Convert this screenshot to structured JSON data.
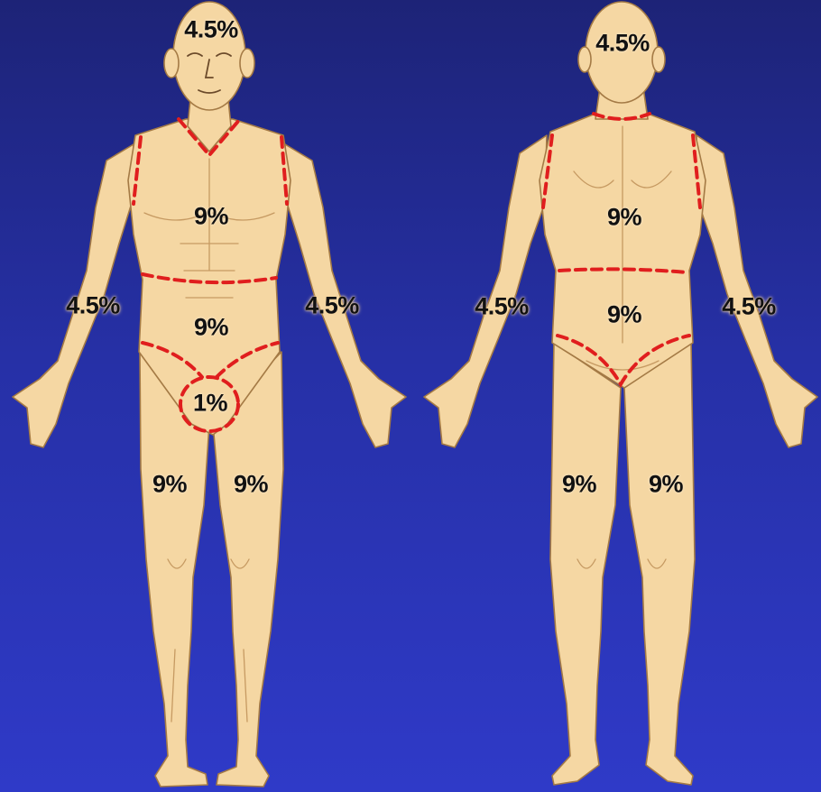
{
  "colors": {
    "background_top": "#1d2377",
    "background_bottom": "#2f3ac8",
    "skin": "#f5d7a3",
    "boundary": "#e01e1e",
    "label": "#111111"
  },
  "front": {
    "head": "4.5%",
    "chest": "9%",
    "abdomen": "9%",
    "genitals": "1%",
    "right_arm": "4.5%",
    "left_arm": "4.5%",
    "right_leg": "9%",
    "left_leg": "9%"
  },
  "back": {
    "head": "4.5%",
    "upper_back": "9%",
    "lower_back": "9%",
    "left_arm": "4.5%",
    "right_arm": "4.5%",
    "left_leg": "9%",
    "right_leg": "9%"
  }
}
